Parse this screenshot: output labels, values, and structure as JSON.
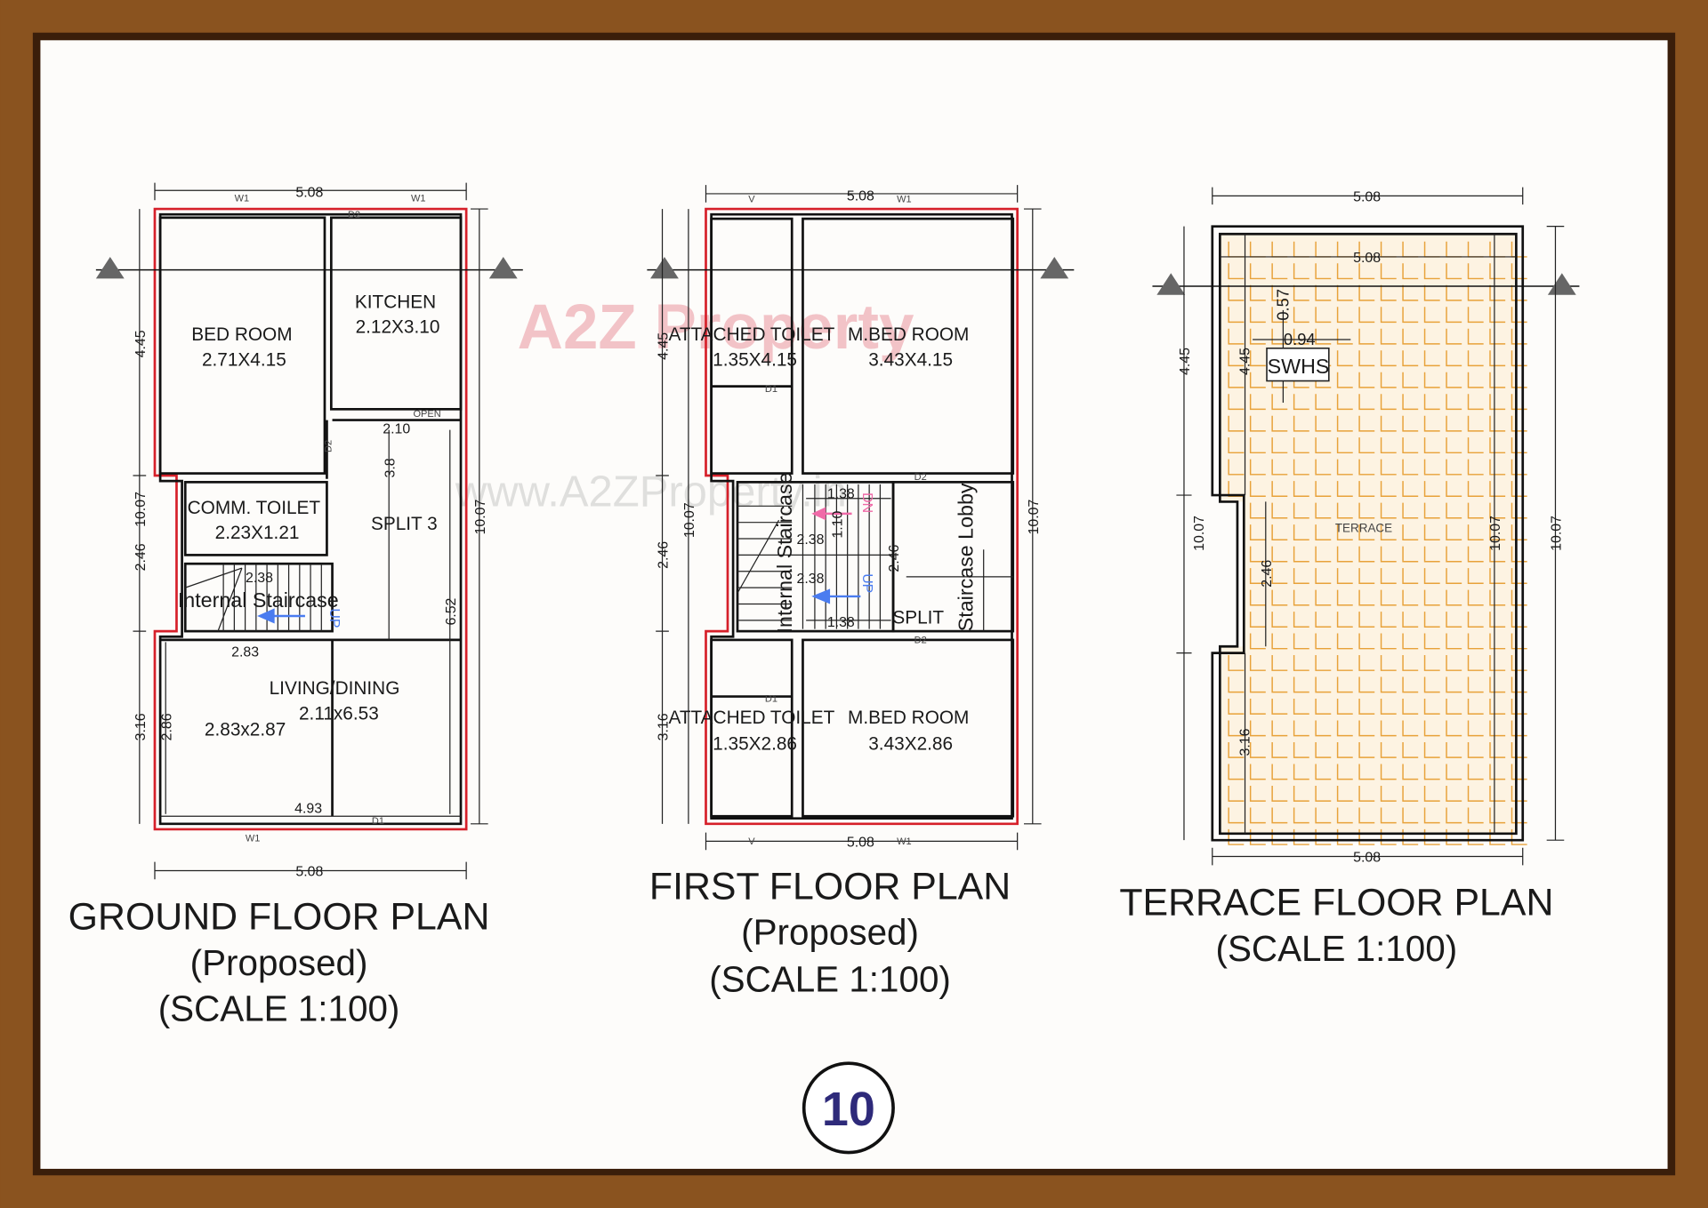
{
  "colors": {
    "frame": "#8a531f",
    "plot_outline": "#d6202a",
    "tile": "#e8a23a",
    "page_number": "#2e2a7a",
    "up_arrow_blue": "#4a7cf0",
    "dn_arrow_pink": "#f06aa8"
  },
  "watermark": {
    "logo": "A2Z Property",
    "url": "www.A2ZProperty.in"
  },
  "ground": {
    "title": "GROUND FLOOR PLAN",
    "status": "(Proposed)",
    "scale": "(SCALE 1:100)",
    "rooms": [
      {
        "name": "BED ROOM",
        "size": "2.71X4.15"
      },
      {
        "name": "KITCHEN",
        "size": "2.12X3.10"
      },
      {
        "name": "COMM. TOILET",
        "size": "2.23X1.21"
      },
      {
        "name": "SPLIT 3"
      },
      {
        "name": "Internal Staircase"
      },
      {
        "name": "LIVING/DINING",
        "size": "2.11x6.53"
      },
      {
        "size": "2.83x2.87"
      }
    ],
    "dims": [
      "5.08",
      "5.08",
      "4.45",
      "2.46",
      "10.07",
      "3.16",
      "2.86",
      "10.07",
      "6.52",
      "3.8",
      "2.10",
      "2.38",
      "2.83",
      "4.93"
    ],
    "tags": [
      "W1",
      "W1",
      "W1",
      "D2",
      "D2",
      "D1",
      "OPEN",
      "UP"
    ]
  },
  "first": {
    "title": "FIRST FLOOR PLAN",
    "status": "(Proposed)",
    "scale": "(SCALE 1:100)",
    "rooms": [
      {
        "name": "ATTACHED TOILET",
        "size": "1.35X4.15"
      },
      {
        "name": "M.BED ROOM",
        "size": "3.43X4.15"
      },
      {
        "name": "Internal Staircase"
      },
      {
        "name": "Staircase Lobby"
      },
      {
        "name": "SPLIT"
      },
      {
        "name": "ATTACHED TOILET",
        "size": "1.35X2.86"
      },
      {
        "name": "M.BED ROOM",
        "size": "3.43X2.86"
      }
    ],
    "dims": [
      "5.08",
      "5.08",
      "4.45",
      "2.46",
      "3.16",
      "10.07",
      "10.07",
      "1.38",
      "1.10",
      "2.38",
      "2.38",
      "2.46",
      "1.38"
    ],
    "tags": [
      "V",
      "W1",
      "V",
      "W1",
      "D1",
      "D1",
      "D2",
      "D2",
      "UP",
      "DN"
    ]
  },
  "terrace": {
    "title": "TERRACE FLOOR PLAN",
    "scale": "(SCALE 1:100)",
    "label": "TERRACE",
    "swhs": "SWHS",
    "dims": [
      "5.08",
      "5.08",
      "5.08",
      "4.45",
      "10.07",
      "4.45",
      "2.46",
      "3.16",
      "10.07",
      "10.07",
      "0.57",
      "0.94"
    ]
  },
  "page_number": "10"
}
